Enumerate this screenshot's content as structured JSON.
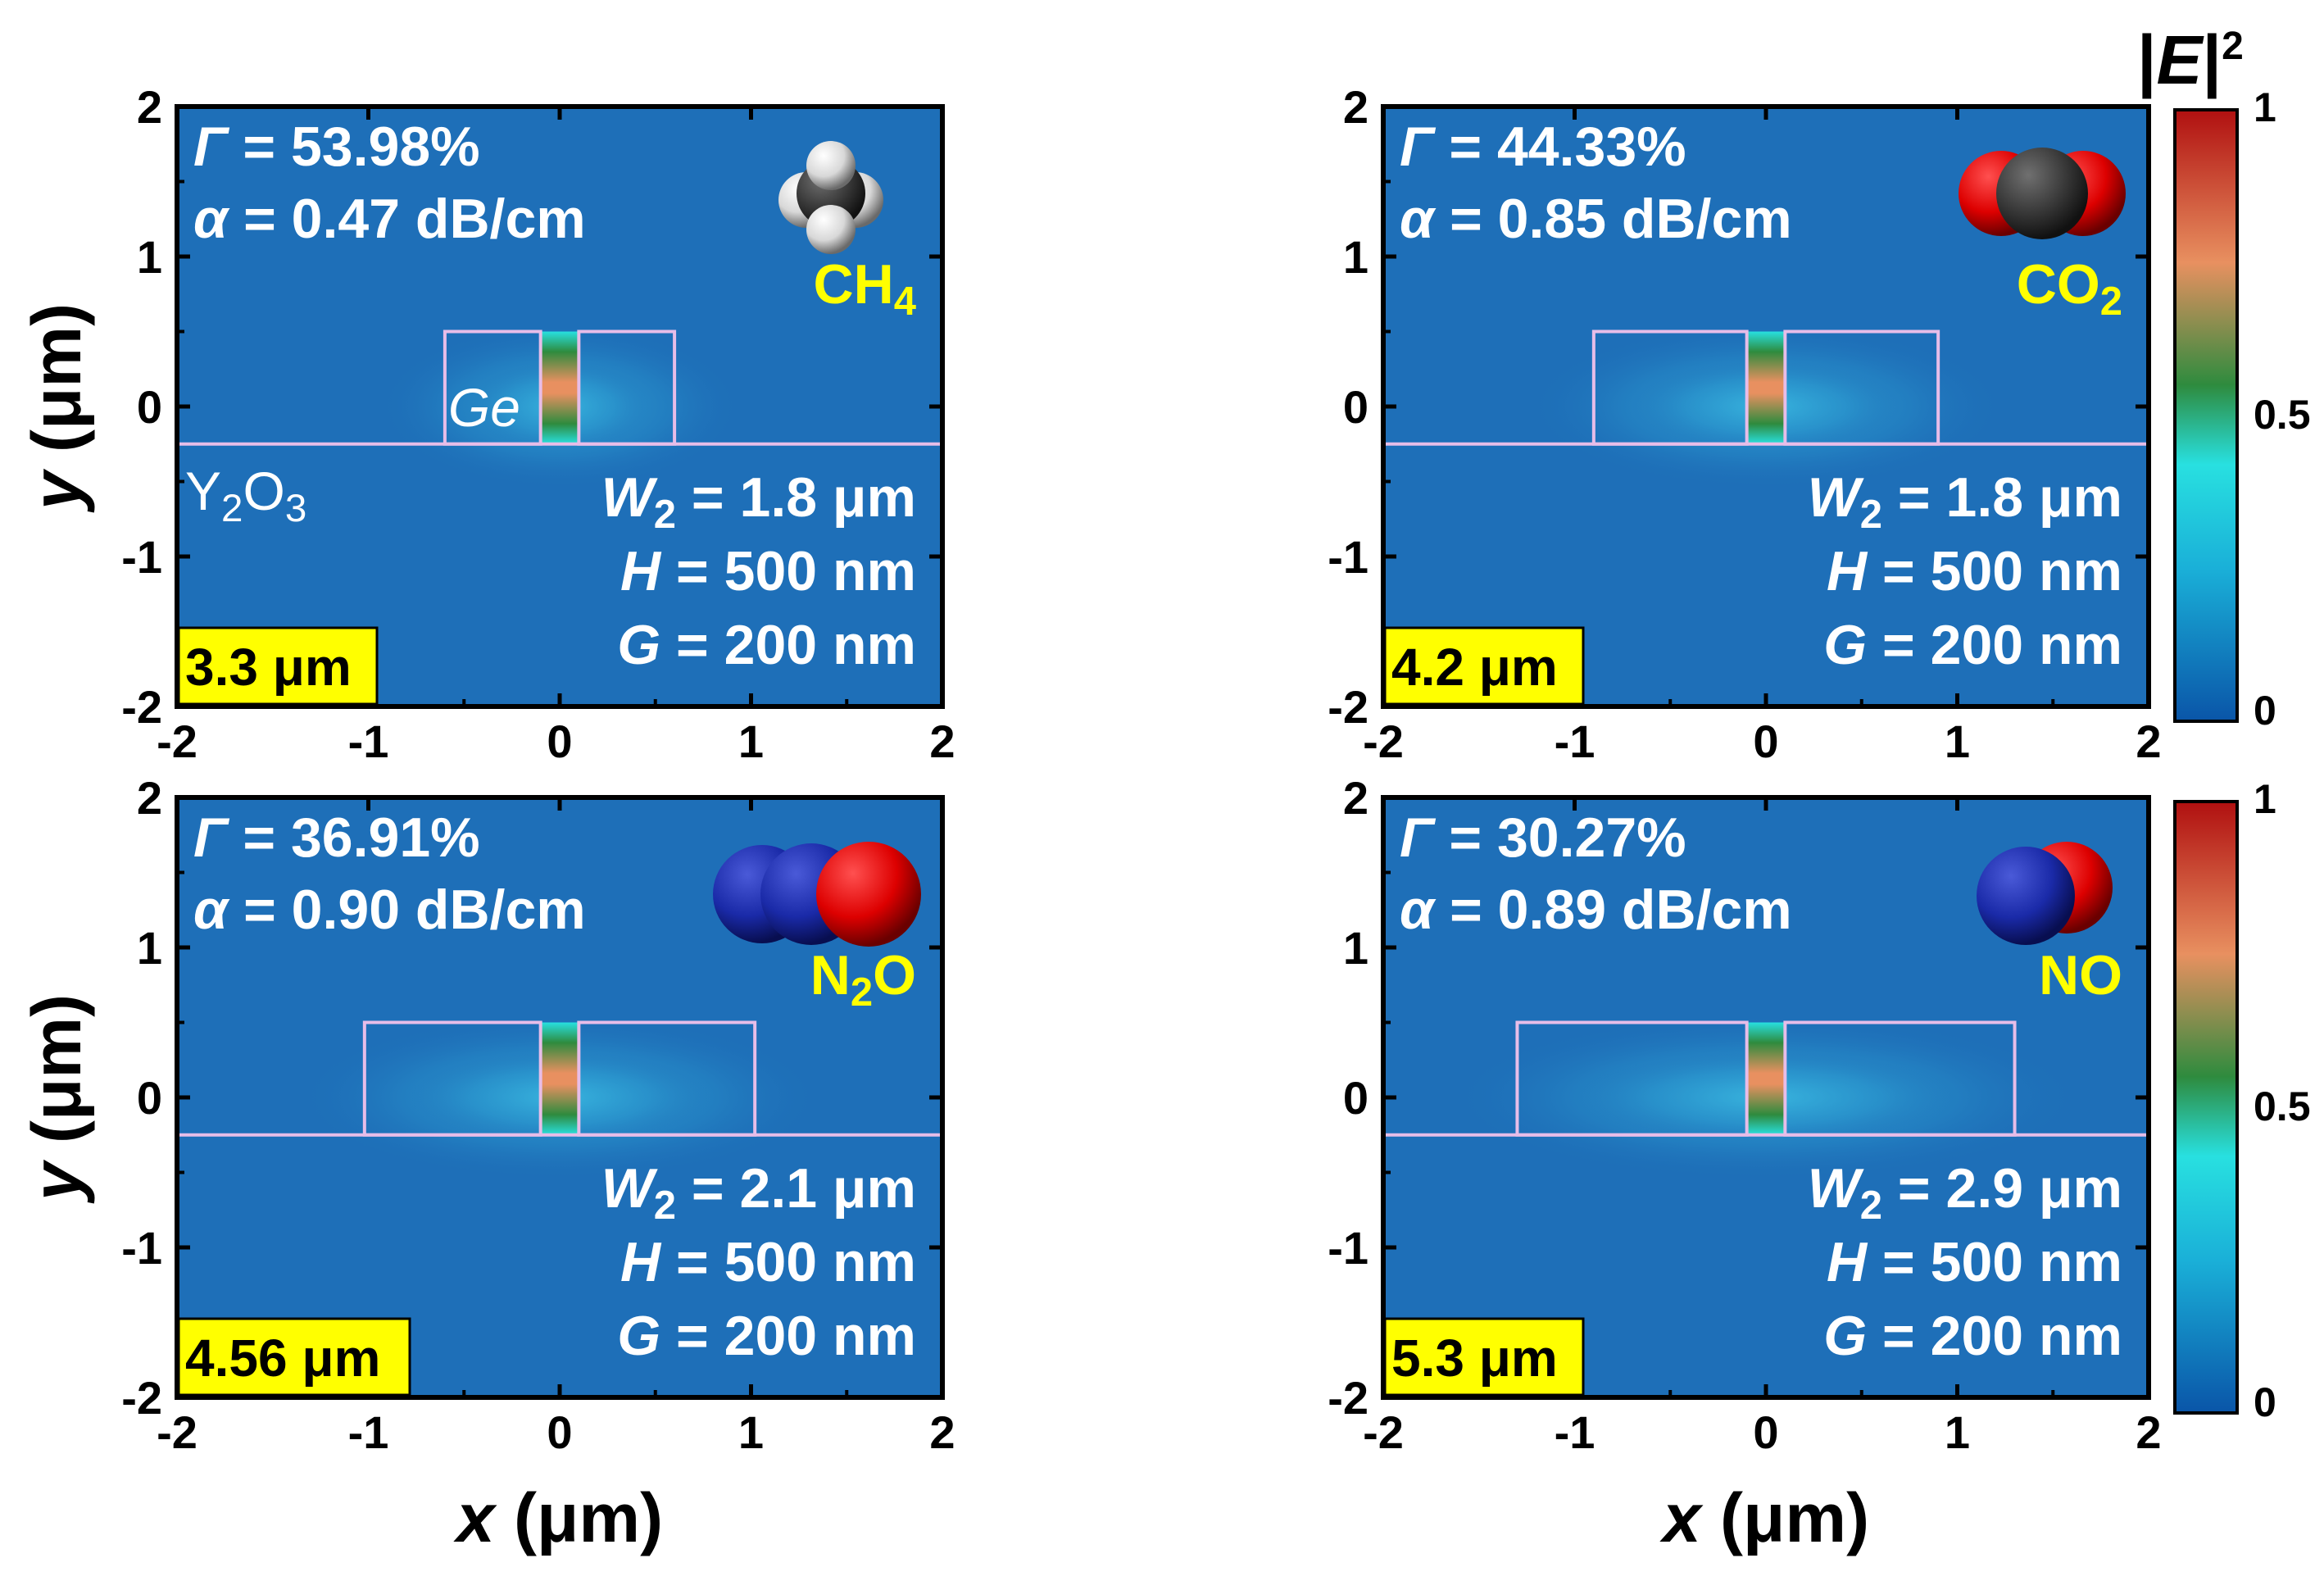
{
  "chart_data": [
    {
      "type": "heatmap",
      "xlim": [
        -2,
        2
      ],
      "ylim": [
        -2,
        2
      ],
      "x_ticks": [
        "-2",
        "-1",
        "0",
        "1",
        "2"
      ],
      "y_ticks": [
        "-2",
        "-1",
        "0",
        "1",
        "2"
      ],
      "ylabel": "y (μm)",
      "xlabel": "",
      "gamma": "Γ = 53.98%",
      "alpha": "α = 0.47 dB/cm",
      "molecule": "CH₄",
      "params": [
        "W₂ = 1.8 μm",
        "H = 500 nm",
        "G = 200 nm"
      ],
      "wavelength": "3.3 μm",
      "labels": {
        "waveguide": "Ge",
        "substrate": "Y₂O₃"
      },
      "structure": {
        "w2_um": 0.5,
        "gap_um": 0.2,
        "h_um": 0.5,
        "substrate_y_um": -0.25
      }
    },
    {
      "type": "heatmap",
      "xlim": [
        -2,
        2
      ],
      "ylim": [
        -2,
        2
      ],
      "x_ticks": [
        "-2",
        "-1",
        "0",
        "1",
        "2"
      ],
      "y_ticks": [
        "-2",
        "-1",
        "0",
        "1",
        "2"
      ],
      "ylabel": "",
      "xlabel": "",
      "gamma": "Γ = 44.33%",
      "alpha": "α = 0.85 dB/cm",
      "molecule": "CO₂",
      "params": [
        "W₂ = 1.8 μm",
        "H = 500 nm",
        "G = 200 nm"
      ],
      "wavelength": "4.2 μm",
      "structure": {
        "w2_um": 0.8,
        "gap_um": 0.2,
        "h_um": 0.5,
        "substrate_y_um": -0.25
      }
    },
    {
      "type": "heatmap",
      "xlim": [
        -2,
        2
      ],
      "ylim": [
        -2,
        2
      ],
      "x_ticks": [
        "-2",
        "-1",
        "0",
        "1",
        "2"
      ],
      "y_ticks": [
        "-2",
        "-1",
        "0",
        "1",
        "2"
      ],
      "ylabel": "y (μm)",
      "xlabel": "x (μm)",
      "gamma": "Γ = 36.91%",
      "alpha": "α = 0.90 dB/cm",
      "molecule": "N₂O",
      "params": [
        "W₂ = 2.1 μm",
        "H = 500 nm",
        "G = 200 nm"
      ],
      "wavelength": "4.56 μm",
      "structure": {
        "w2_um": 0.92,
        "gap_um": 0.2,
        "h_um": 0.5,
        "substrate_y_um": -0.25
      }
    },
    {
      "type": "heatmap",
      "xlim": [
        -2,
        2
      ],
      "ylim": [
        -2,
        2
      ],
      "x_ticks": [
        "-2",
        "-1",
        "0",
        "1",
        "2"
      ],
      "y_ticks": [
        "-2",
        "-1",
        "0",
        "1",
        "2"
      ],
      "ylabel": "",
      "xlabel": "x (μm)",
      "gamma": "Γ = 30.27%",
      "alpha": "α = 0.89 dB/cm",
      "molecule": "NO",
      "params": [
        "W₂ = 2.9 μm",
        "H = 500 nm",
        "G = 200 nm"
      ],
      "wavelength": "5.3 μm",
      "structure": {
        "w2_um": 1.2,
        "gap_um": 0.2,
        "h_um": 0.5,
        "substrate_y_um": -0.25
      }
    }
  ],
  "colorbar": {
    "title": "|E|²",
    "ticks": [
      "1",
      "0.5",
      "0"
    ],
    "colors": [
      "#b01010",
      "#e89060",
      "#2e8b3e",
      "#28e0e0",
      "#0a55a8"
    ]
  },
  "colors": {
    "plot_bg": "#1e6fb8",
    "outline": "#e7bde8",
    "badge": "#ffff00"
  }
}
